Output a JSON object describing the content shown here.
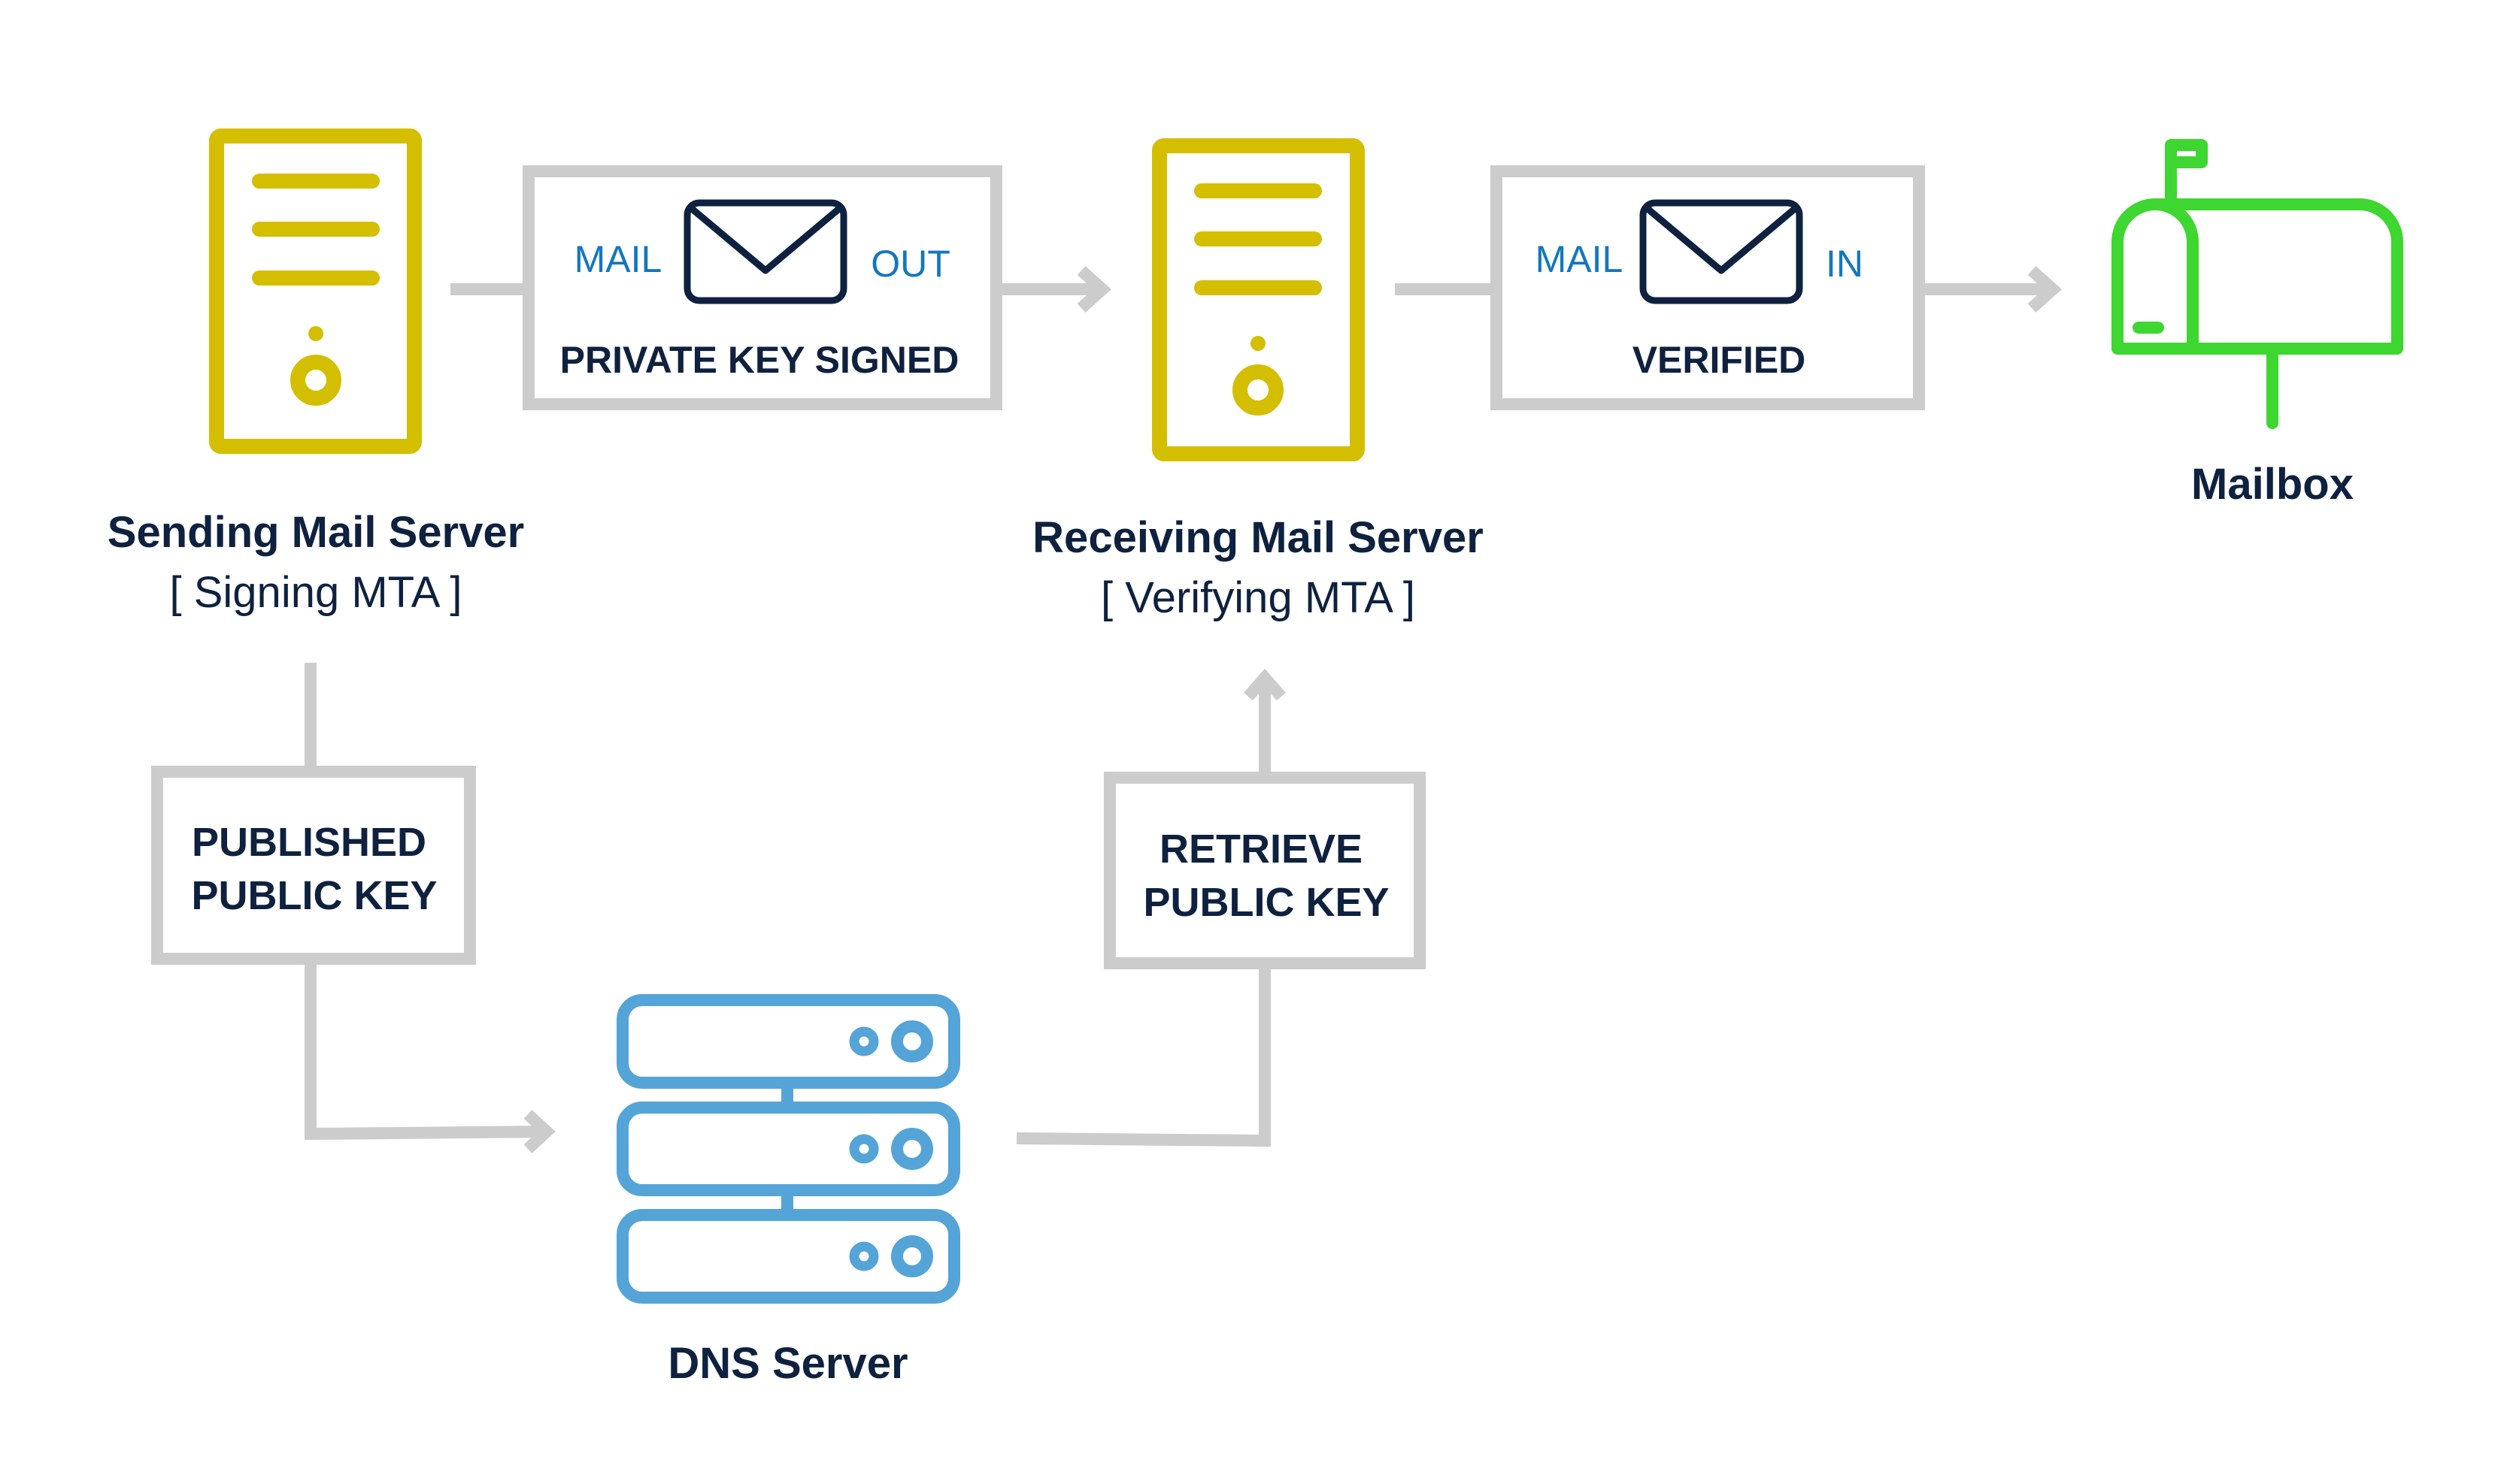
{
  "diagram": {
    "title": "DKIM email signing and verification flow",
    "colors": {
      "server": "#D4BE00",
      "connector": "#CCCCCC",
      "text": "#0E213F",
      "mail_label": "#1377BF",
      "dns": "#54A4D8",
      "mailbox": "#3ED630"
    },
    "nodes": {
      "sending_server": {
        "title": "Sending Mail Server",
        "subtitle": "[ Signing MTA ]",
        "icon": "server-tower-icon"
      },
      "receiving_server": {
        "title": "Receiving Mail Server",
        "subtitle": "[ Verifying MTA ]",
        "icon": "server-tower-icon"
      },
      "mailbox": {
        "title": "Mailbox",
        "icon": "mailbox-icon"
      },
      "dns_server": {
        "title": "DNS Server",
        "icon": "server-rack-icon"
      }
    },
    "steps": {
      "mail_out": {
        "left": "MAIL",
        "right": "OUT",
        "caption": "PRIVATE KEY SIGNED",
        "icon": "envelope-icon"
      },
      "mail_in": {
        "left": "MAIL",
        "right": "IN",
        "caption": "VERIFIED",
        "icon": "envelope-icon"
      },
      "publish": {
        "line1": "PUBLISHED",
        "line2": "PUBLIC KEY"
      },
      "retrieve": {
        "line1": "RETRIEVE",
        "line2": "PUBLIC KEY"
      }
    },
    "edges": [
      {
        "from": "sending_server",
        "to": "mail_out"
      },
      {
        "from": "mail_out",
        "to": "receiving_server"
      },
      {
        "from": "receiving_server",
        "to": "mail_in"
      },
      {
        "from": "mail_in",
        "to": "mailbox"
      },
      {
        "from": "sending_server",
        "to": "publish"
      },
      {
        "from": "publish",
        "to": "dns_server"
      },
      {
        "from": "dns_server",
        "to": "retrieve"
      },
      {
        "from": "retrieve",
        "to": "receiving_server"
      }
    ]
  }
}
